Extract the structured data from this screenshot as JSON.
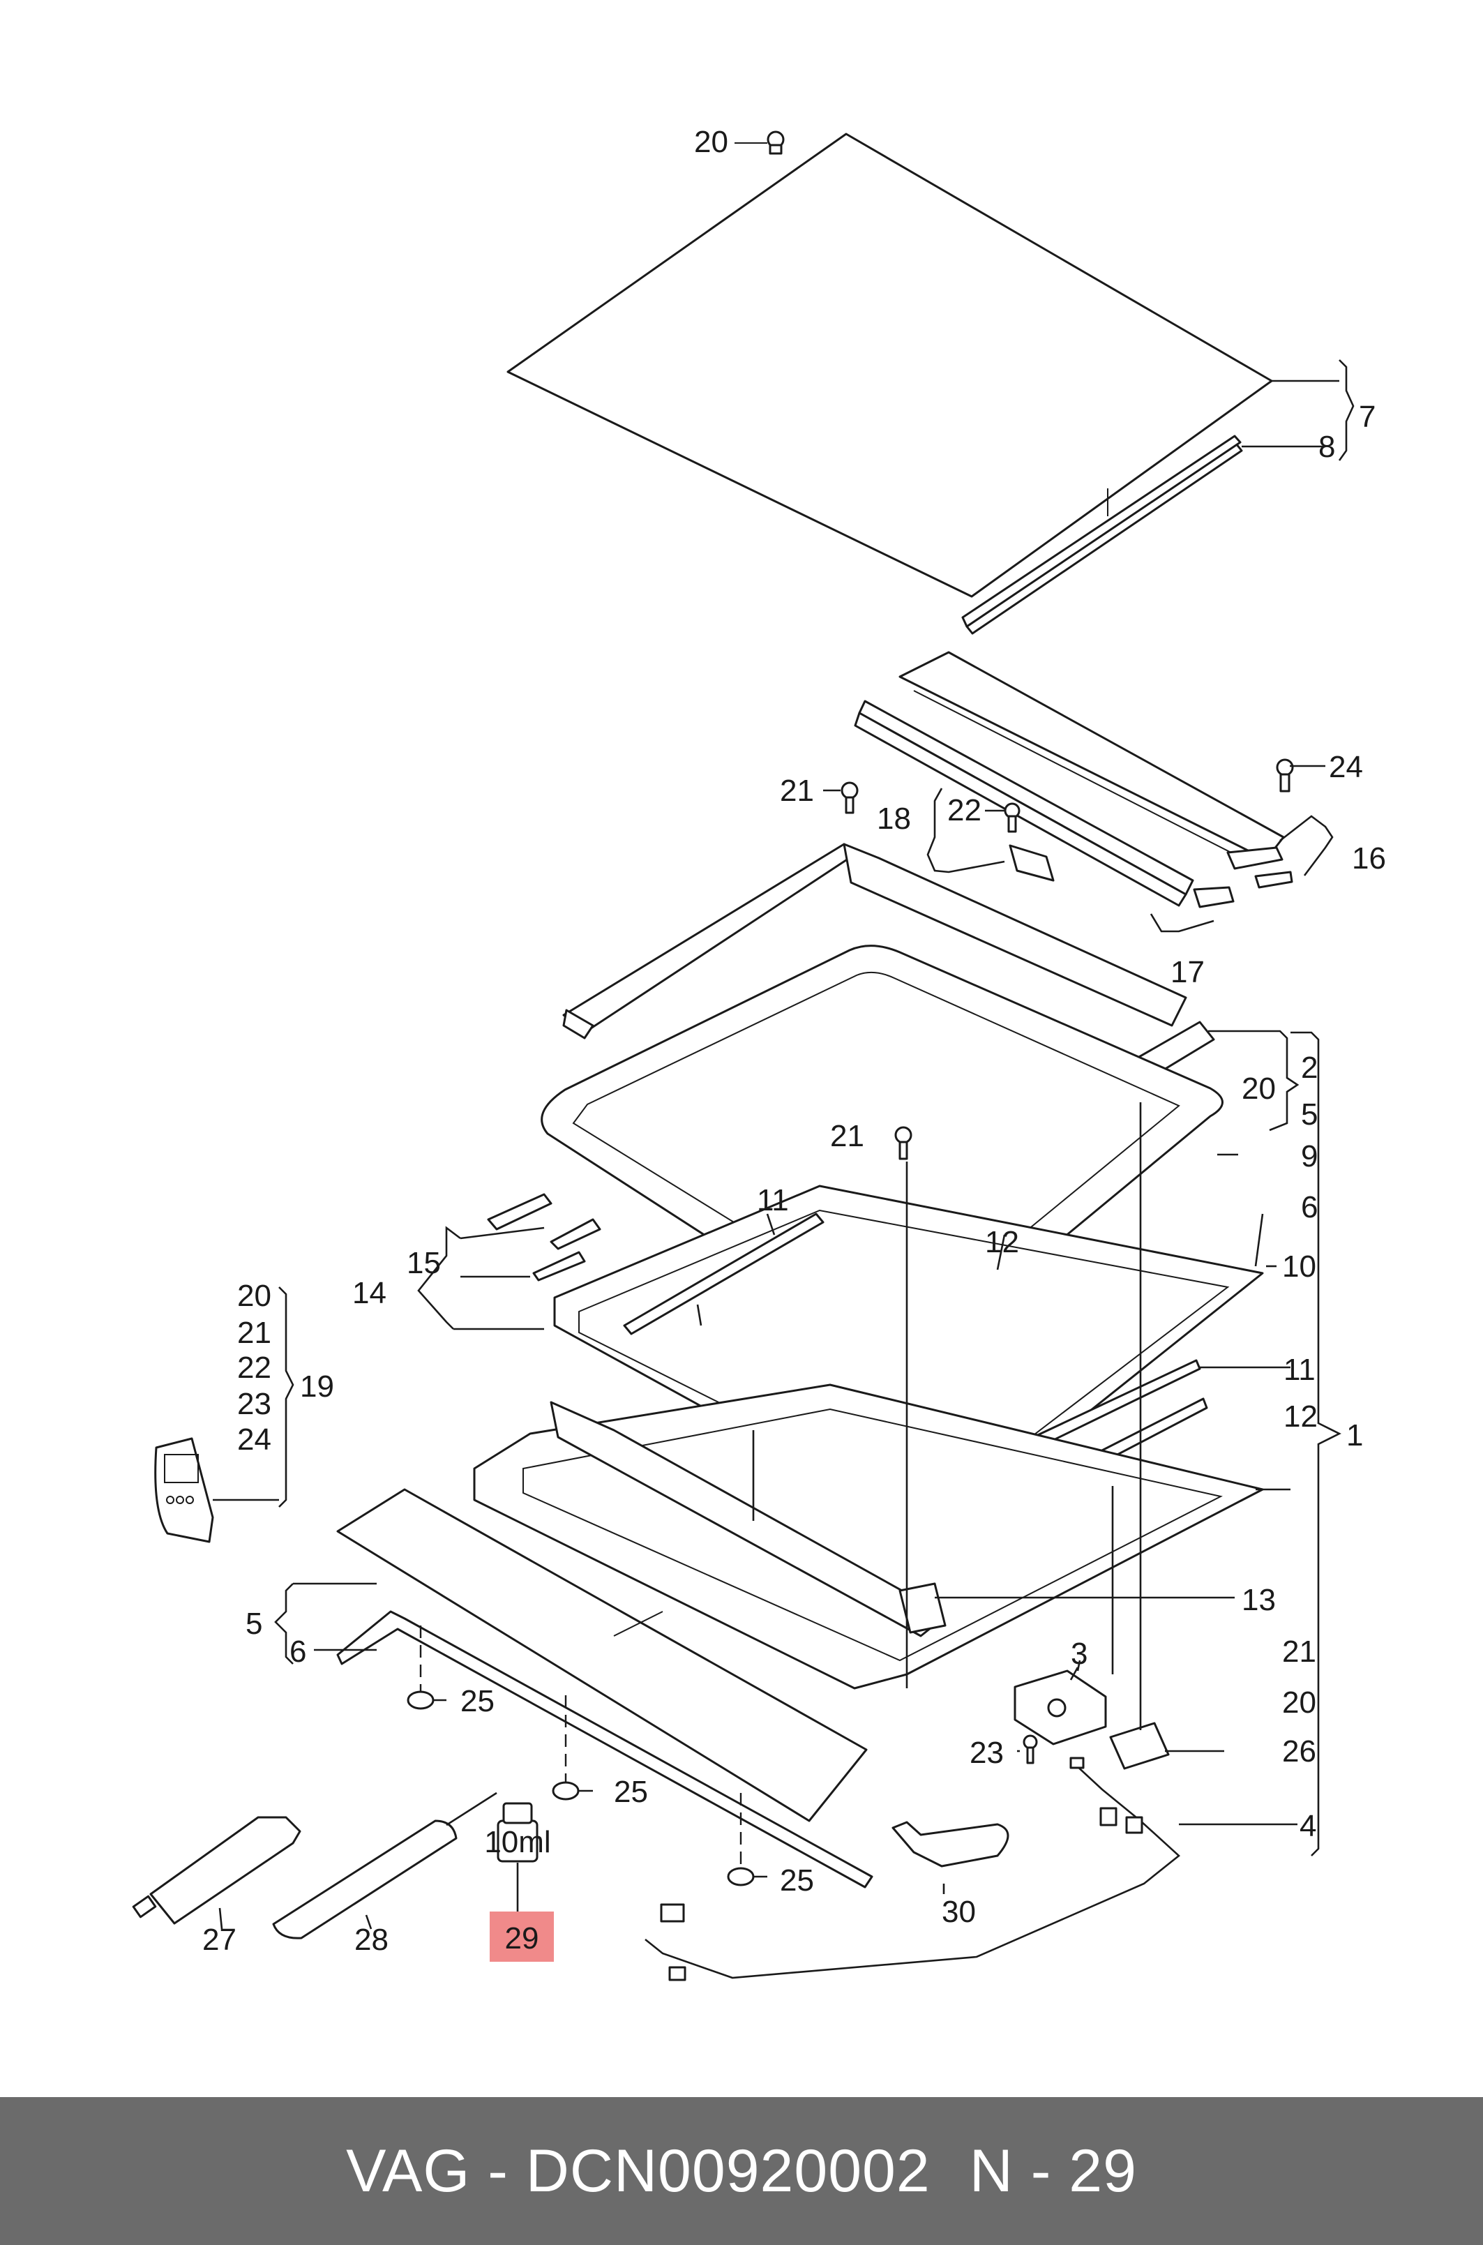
{
  "callouts": {
    "c20_top": "20",
    "c7": "7",
    "c8": "8",
    "c24": "24",
    "c21_a": "21",
    "c22": "22",
    "c18": "18",
    "c16": "16",
    "c17": "17",
    "c2": "2",
    "c20_mid": "20",
    "c5_right": "5",
    "c9": "9",
    "c6_right": "6",
    "c21_b": "21",
    "c11_a": "11",
    "c12_a": "12",
    "c10": "10",
    "c15": "15",
    "c14": "14",
    "c11_b": "11",
    "c12_b": "12",
    "c1": "1",
    "c19_l20": "20",
    "c19_l21": "21",
    "c19_l22": "22",
    "c19_l23": "23",
    "c19_l24": "24",
    "c19": "19",
    "c13": "13",
    "c5_left": "5",
    "c6_left": "6",
    "c25_a": "25",
    "c3": "3",
    "c21_c": "21",
    "c20_low": "20",
    "c23": "23",
    "c26": "26",
    "c25_b": "25",
    "c4": "4",
    "c25_c": "25",
    "c30": "30",
    "c27": "27",
    "c28": "28",
    "c29": "29"
  },
  "bottle_label": "10ml",
  "highlight_color": "#f08a8a",
  "footer": {
    "brand": "VAG - DCN00920002",
    "position": "N - 29"
  }
}
